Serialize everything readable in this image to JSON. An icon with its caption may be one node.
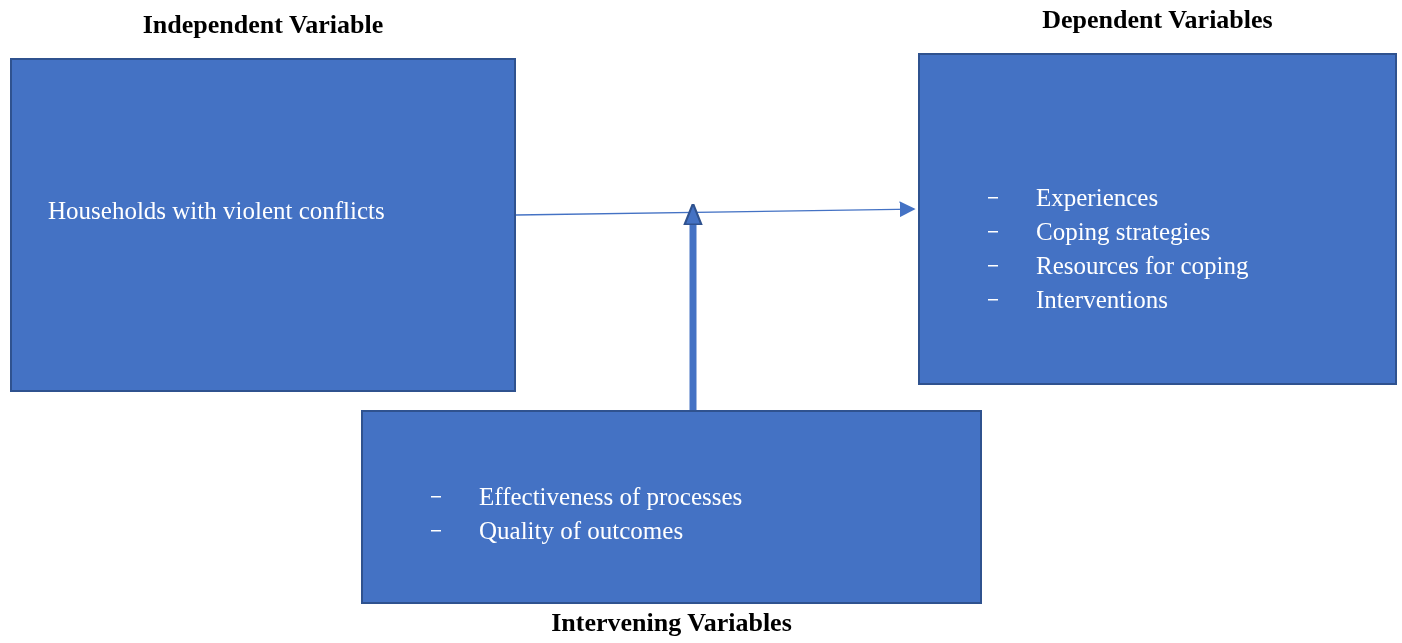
{
  "diagram": {
    "nodes": [
      {
        "text": [
          "Independent Variable",
          "Households with violent conflicts"
        ]
      },
      {
        "text": [
          "Dependent Variables",
          "Experiences",
          "Coping strategies",
          "Resources for coping",
          "Interventions"
        ]
      },
      {
        "text": [
          "Effectiveness of processes",
          "Quality of outcomes",
          "Intervening Variables"
        ]
      }
    ],
    "edges": [
      {
        "from": 0,
        "to": 1,
        "arrow": "to"
      },
      {
        "from": 2,
        "to": null,
        "arrow": "to",
        "style": "thick"
      }
    ]
  }
}
